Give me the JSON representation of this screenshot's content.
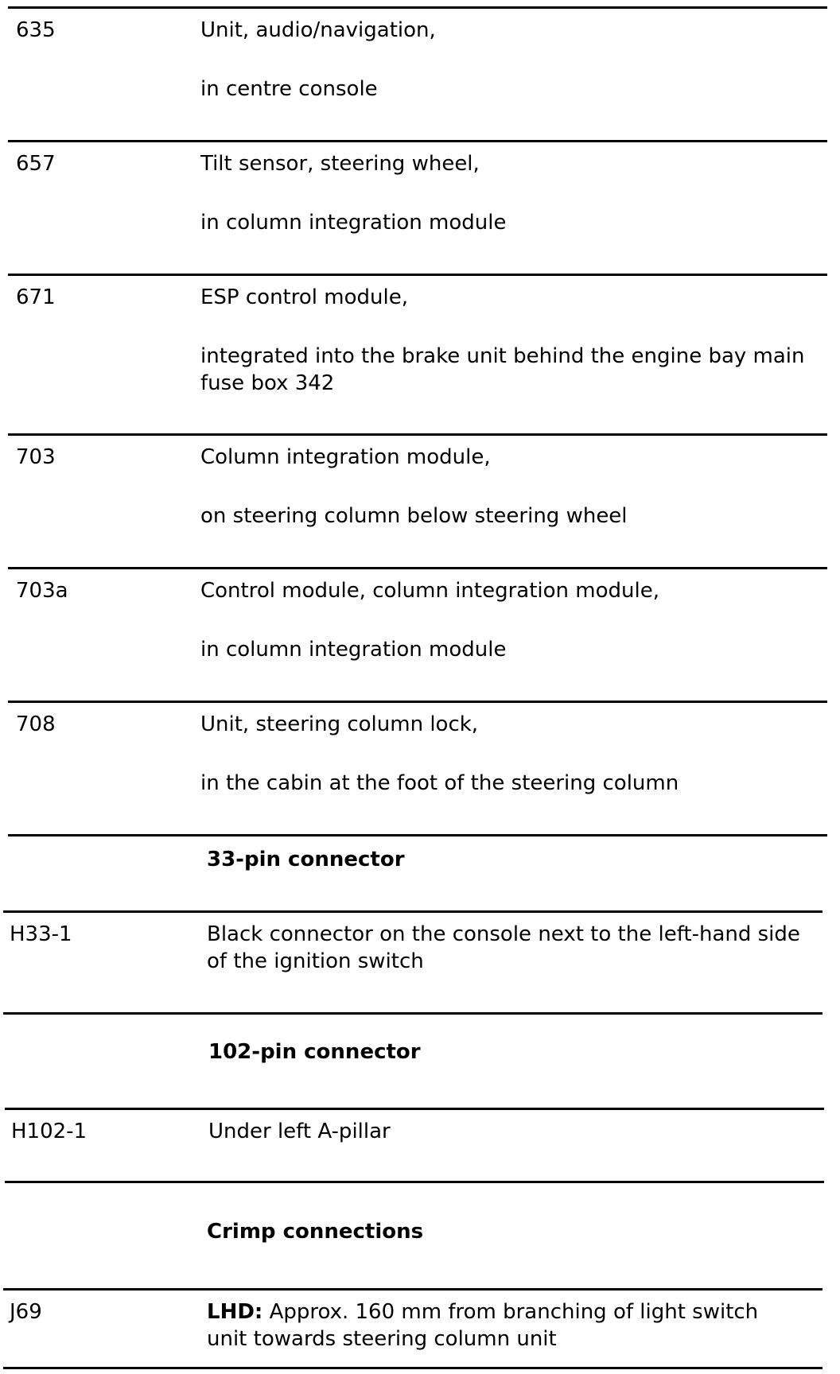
{
  "rows": [
    {
      "code": "635",
      "line1": "Unit, audio/navigation,",
      "line2": "in centre console"
    },
    {
      "code": "657",
      "line1": "Tilt sensor, steering wheel,",
      "line2": "in column integration module"
    },
    {
      "code": "671",
      "line1": "ESP control module,",
      "line2": "integrated into the brake unit behind the engine bay main fuse box 342"
    },
    {
      "code": "703",
      "line1": "Column integration module,",
      "line2": "on steering column below steering wheel"
    },
    {
      "code": "703a",
      "line1": "Control module, column integration module,",
      "line2": "in column integration module"
    },
    {
      "code": "708",
      "line1": "Unit, steering column lock,",
      "line2": "in the cabin at the foot of the steering column"
    }
  ],
  "section_33": {
    "heading": "33-pin connector",
    "code": "H33-1",
    "description": "Black connector on the console next to the left-hand side of the ignition switch"
  },
  "section_102": {
    "heading": "102-pin connector",
    "code": "H102-1",
    "description": "Under left A-pillar"
  },
  "section_crimp": {
    "heading": "Crimp connections",
    "code": "J69",
    "description_prefix": "LHD:",
    "description": " Approx. 160 mm from branching of light switch unit towards steering column unit"
  }
}
